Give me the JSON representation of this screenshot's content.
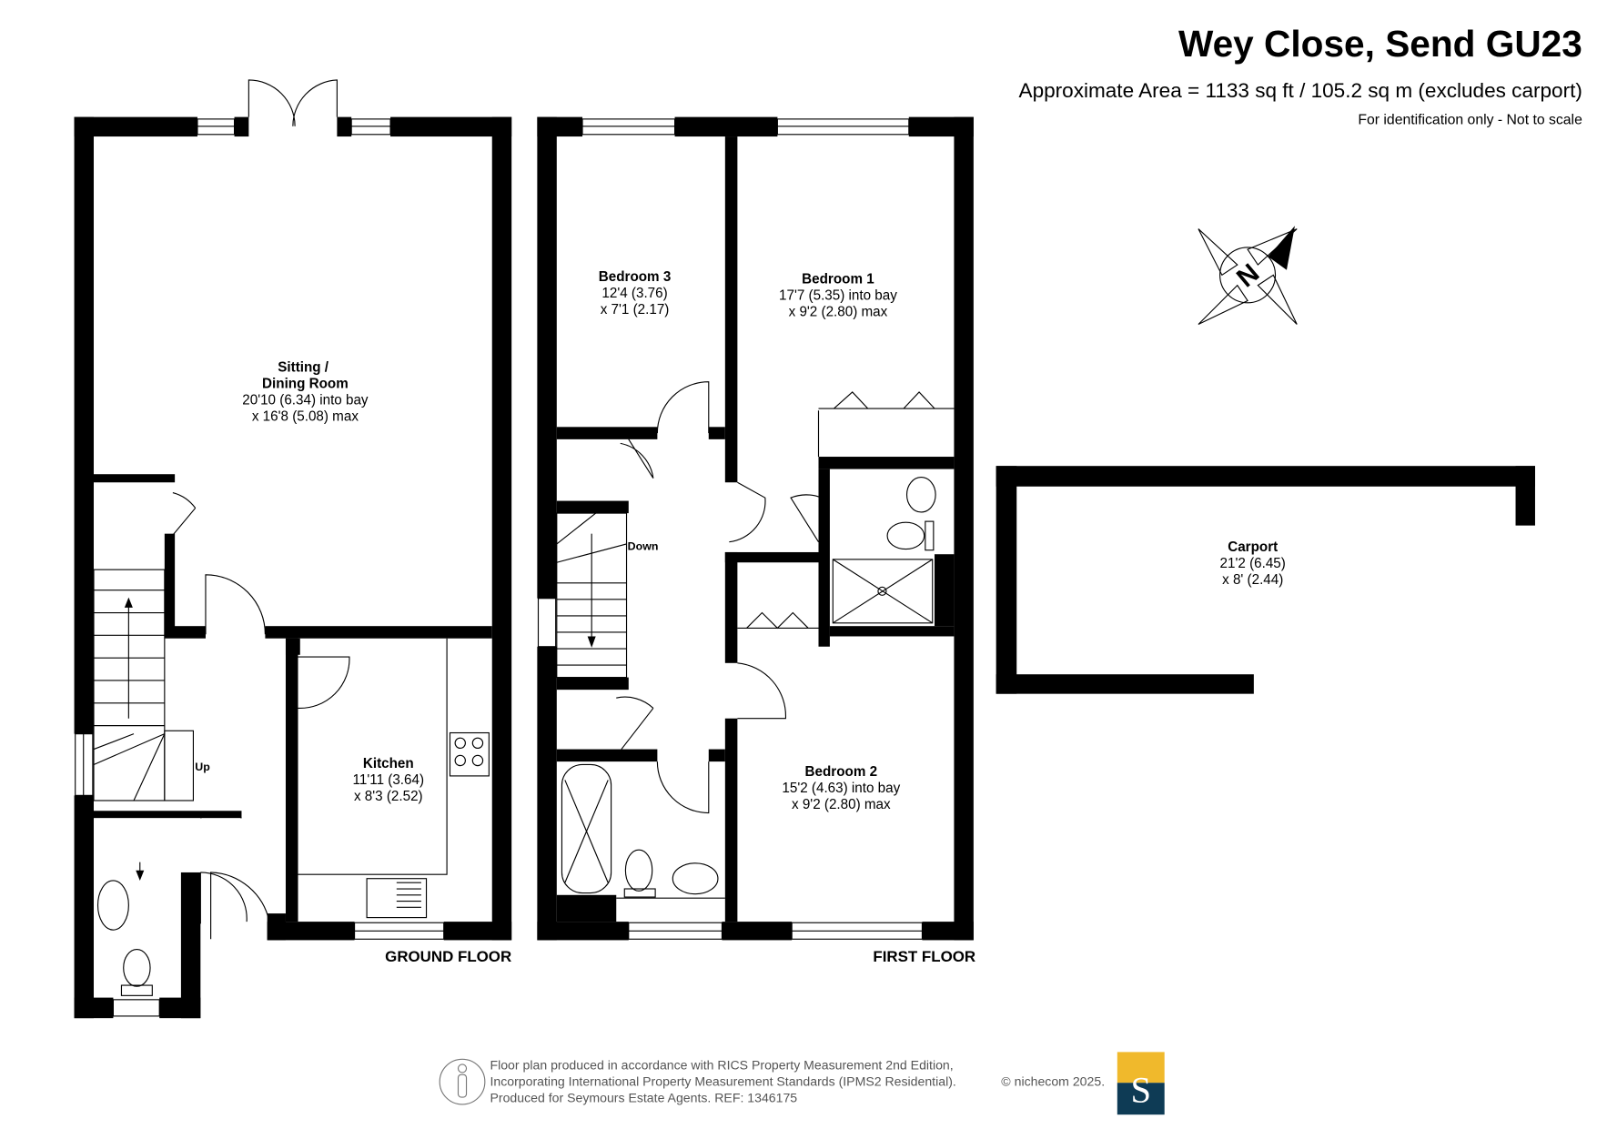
{
  "header": {
    "title": "Wey Close, Send GU23",
    "area": "Approximate Area = 1133 sq ft / 105.2 sq m (excludes carport)",
    "disclaimer": "For identification only - Not to scale"
  },
  "floors": {
    "ground": "GROUND FLOOR",
    "first": "FIRST FLOOR"
  },
  "rooms": {
    "sitting": {
      "name1": "Sitting /",
      "name2": "Dining Room",
      "dim1": "20'10 (6.34) into bay",
      "dim2": "x 16'8 (5.08) max"
    },
    "kitchen": {
      "name": "Kitchen",
      "dim1": "11'11 (3.64)",
      "dim2": "x 8'3 (2.52)"
    },
    "bedroom3": {
      "name": "Bedroom 3",
      "dim1": "12'4 (3.76)",
      "dim2": "x 7'1 (2.17)"
    },
    "bedroom1": {
      "name": "Bedroom 1",
      "dim1": "17'7 (5.35) into bay",
      "dim2": "x 9'2 (2.80) max"
    },
    "bedroom2": {
      "name": "Bedroom 2",
      "dim1": "15'2 (4.63) into bay",
      "dim2": "x 9'2 (2.80) max"
    },
    "carport": {
      "name": "Carport",
      "dim1": "21'2 (6.45)",
      "dim2": "x 8' (2.44)"
    }
  },
  "stairs": {
    "up": "Up",
    "down": "Down"
  },
  "compass": {
    "letter": "N"
  },
  "footer": {
    "line1": "Floor plan produced in accordance with RICS Property Measurement 2nd Edition,",
    "line2": "Incorporating International Property Measurement Standards (IPMS2 Residential).",
    "copyright": "© nichecom 2025.",
    "line3": "Produced for Seymours Estate Agents.   REF:  1346175",
    "logo_letter": "S"
  },
  "colors": {
    "logo_top": "#f0b92c",
    "logo_bottom": "#0e3b55"
  }
}
